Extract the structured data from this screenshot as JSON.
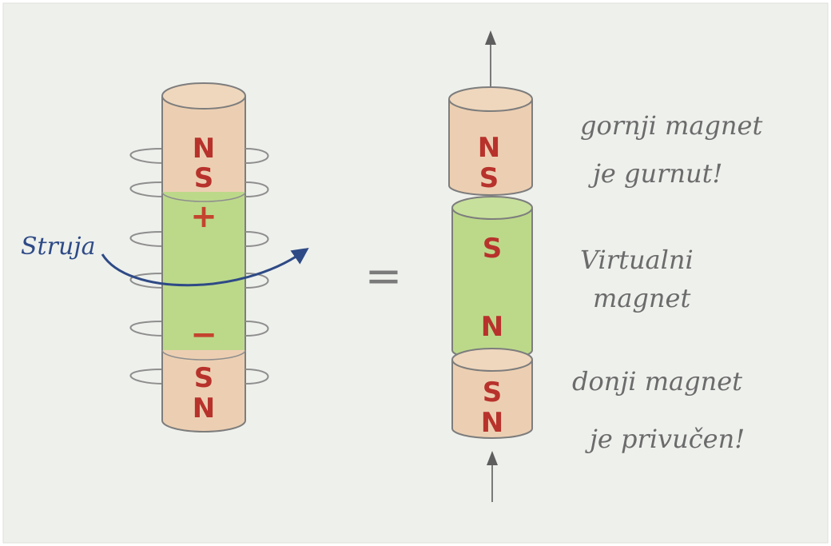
{
  "left": {
    "current_label": "Struja",
    "top_magnet_poles": [
      "N",
      "S"
    ],
    "plus_sign": "+",
    "minus_sign": "−",
    "bottom_magnet_poles": [
      "S",
      "N"
    ]
  },
  "equals_sign": "=",
  "right": {
    "top_magnet_poles": [
      "N",
      "S"
    ],
    "virtual_magnet_poles": [
      "S",
      "N"
    ],
    "bottom_magnet_poles": [
      "S",
      "N"
    ]
  },
  "notes": {
    "top": [
      "gornji magnet",
      "je gurnut!"
    ],
    "middle": [
      "Virtualni",
      "magnet"
    ],
    "bottom": [
      "donji magnet",
      "je privučen!"
    ]
  },
  "colors": {
    "paper": "#eef0ec",
    "magnet": "#eccfb2",
    "virtual": "#bcd98a",
    "pole_text": "#b8322c",
    "current_arrow": "#2e4a86",
    "pencil": "#6b6b6b"
  }
}
